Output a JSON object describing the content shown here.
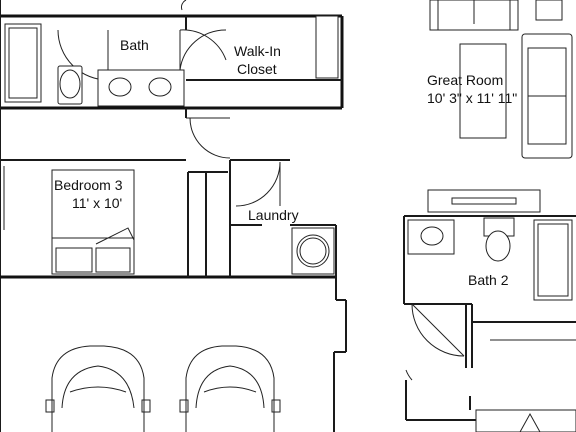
{
  "plan": {
    "rooms": {
      "bath": {
        "name": "Bath"
      },
      "walk_in_closet": {
        "name_line1": "Walk-In",
        "name_line2": "Closet"
      },
      "great_room": {
        "name": "Great Room",
        "dimensions": "10' 3\" x 11' 11\""
      },
      "bedroom_3": {
        "name": "Bedroom 3",
        "dimensions": "11' x 10'"
      },
      "laundry": {
        "name": "Laundry"
      },
      "bath_2": {
        "name": "Bath 2"
      }
    }
  }
}
